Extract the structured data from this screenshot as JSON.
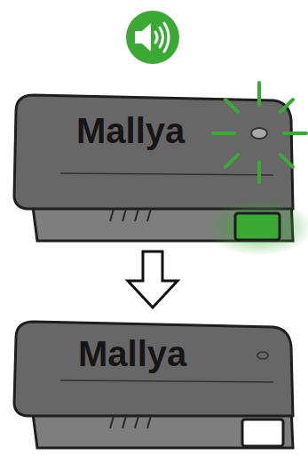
{
  "diagram": {
    "nodes": [
      {
        "text": [
          "Mallya"
        ]
      },
      {
        "text": [
          "Mallya"
        ]
      }
    ],
    "edges": [
      {
        "from": 0,
        "to": 1,
        "arrow": "to"
      }
    ]
  }
}
